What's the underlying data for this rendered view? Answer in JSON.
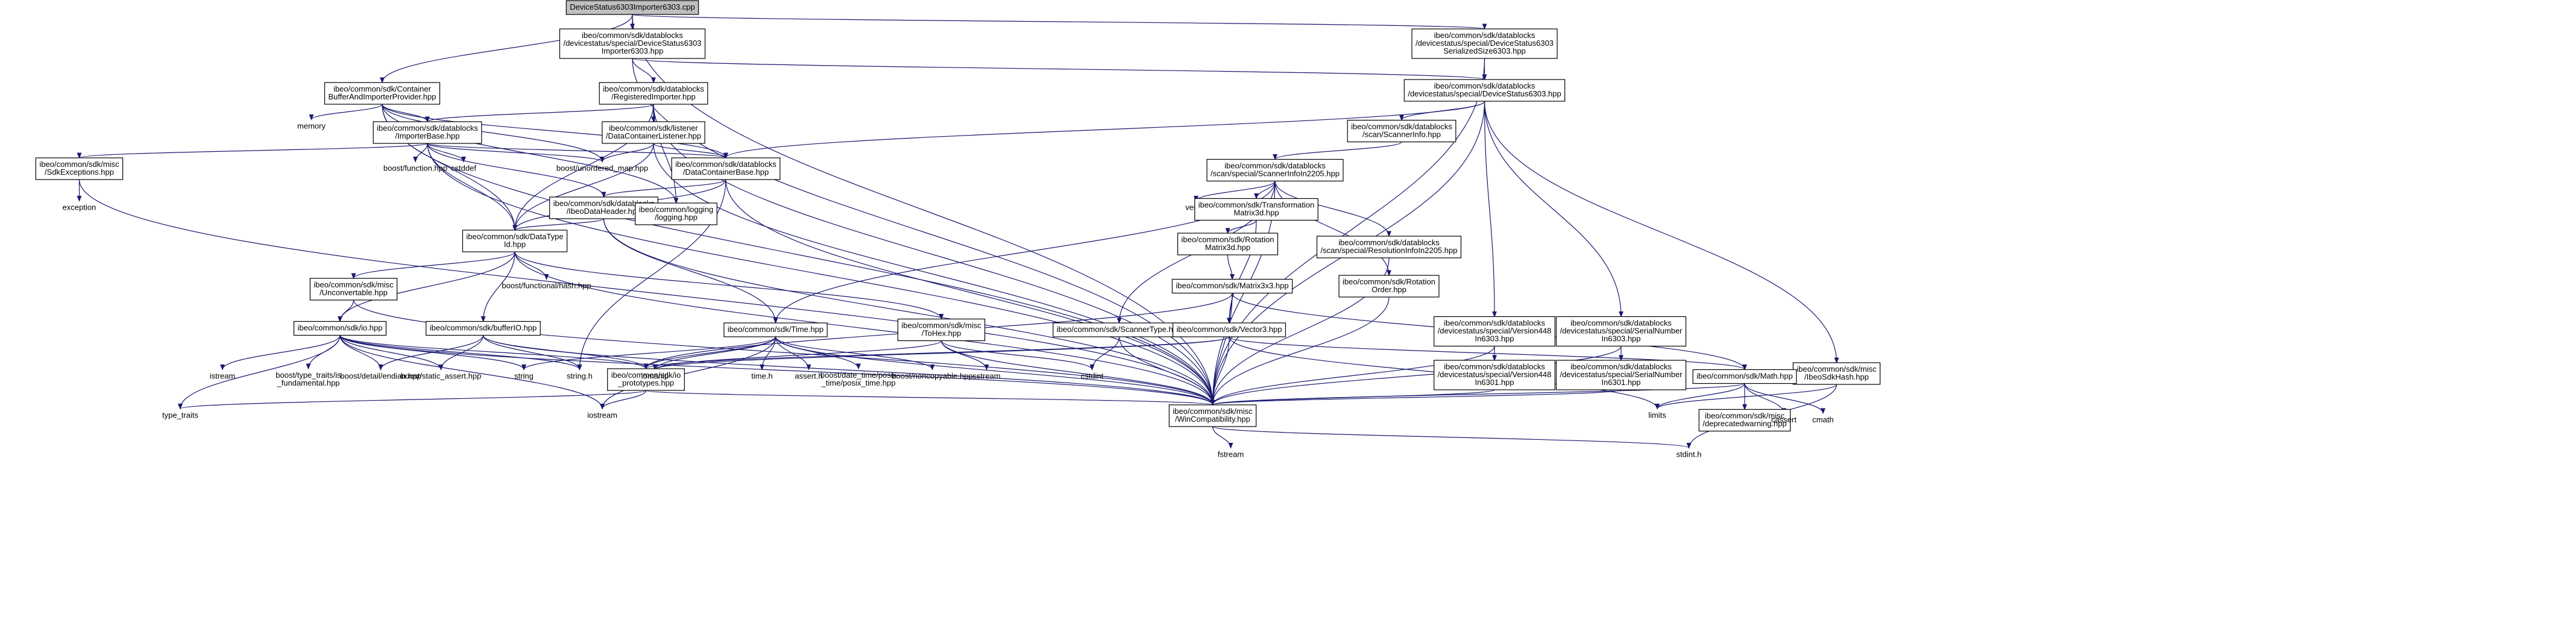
{
  "colors": {
    "edge": "#191970",
    "root_fill": "#bfbfbf",
    "node_border": "#000000",
    "background": "#ffffff"
  },
  "nodes": {
    "root": {
      "lines": [
        "DeviceStatus6303Importer6303.cpp"
      ],
      "boxed": true,
      "root": true
    },
    "imp6303": {
      "lines": [
        "ibeo/common/sdk/datablocks",
        "/devicestatus/special/DeviceStatus6303",
        "Importer6303.hpp"
      ],
      "boxed": true
    },
    "ser6303": {
      "lines": [
        "ibeo/common/sdk/datablocks",
        "/devicestatus/special/DeviceStatus6303",
        "SerializedSize6303.hpp"
      ],
      "boxed": true
    },
    "bufImp": {
      "lines": [
        "ibeo/common/sdk/Container",
        "BufferAndImporterProvider.hpp"
      ],
      "boxed": true
    },
    "regImp": {
      "lines": [
        "ibeo/common/sdk/datablocks",
        "/RegisteredImporter.hpp"
      ],
      "boxed": true
    },
    "ds6303": {
      "lines": [
        "ibeo/common/sdk/datablocks",
        "/devicestatus/special/DeviceStatus6303.hpp"
      ],
      "boxed": true
    },
    "memory": {
      "lines": [
        "memory"
      ],
      "boxed": false
    },
    "impBase": {
      "lines": [
        "ibeo/common/sdk/datablocks",
        "/ImporterBase.hpp"
      ],
      "boxed": true
    },
    "dcListener": {
      "lines": [
        "ibeo/common/sdk/listener",
        "/DataContainerListener.hpp"
      ],
      "boxed": true
    },
    "scanInfo": {
      "lines": [
        "ibeo/common/sdk/datablocks",
        "/scan/ScannerInfo.hpp"
      ],
      "boxed": true
    },
    "sdkExc": {
      "lines": [
        "ibeo/common/sdk/misc",
        "/SdkExceptions.hpp"
      ],
      "boxed": true
    },
    "bfunc": {
      "lines": [
        "boost/function.hpp"
      ],
      "boxed": false
    },
    "cstddef": {
      "lines": [
        "cstddef"
      ],
      "boxed": false
    },
    "umap": {
      "lines": [
        "boost/unordered_map.hpp"
      ],
      "boxed": false
    },
    "dcBase": {
      "lines": [
        "ibeo/common/sdk/datablocks",
        "/DataContainerBase.hpp"
      ],
      "boxed": true
    },
    "scanInfo2205": {
      "lines": [
        "ibeo/common/sdk/datablocks",
        "/scan/special/ScannerInfoIn2205.hpp"
      ],
      "boxed": true
    },
    "exception": {
      "lines": [
        "exception"
      ],
      "boxed": false
    },
    "ibeoHdr": {
      "lines": [
        "ibeo/common/sdk/datablocks",
        "/IbeoDataHeader.hpp"
      ],
      "boxed": true
    },
    "vector": {
      "lines": [
        "vector"
      ],
      "boxed": false
    },
    "transM": {
      "lines": [
        "ibeo/common/sdk/Transformation",
        "Matrix3d.hpp"
      ],
      "boxed": true
    },
    "logging": {
      "lines": [
        "ibeo/common/logging",
        "/logging.hpp"
      ],
      "boxed": true
    },
    "dtId": {
      "lines": [
        "ibeo/common/sdk/DataType",
        "Id.hpp"
      ],
      "boxed": true
    },
    "rotM": {
      "lines": [
        "ibeo/common/sdk/Rotation",
        "Matrix3d.hpp"
      ],
      "boxed": true
    },
    "res2205": {
      "lines": [
        "ibeo/common/sdk/datablocks",
        "/scan/special/ResolutionInfoIn2205.hpp"
      ],
      "boxed": true
    },
    "bhash": {
      "lines": [
        "boost/functional/hash.hpp"
      ],
      "boxed": false
    },
    "uncvt": {
      "lines": [
        "ibeo/common/sdk/misc",
        "/Unconvertable.hpp"
      ],
      "boxed": true
    },
    "mat3x3": {
      "lines": [
        "ibeo/common/sdk/Matrix3x3.hpp"
      ],
      "boxed": true
    },
    "rotOrder": {
      "lines": [
        "ibeo/common/sdk/Rotation",
        "Order.hpp"
      ],
      "boxed": true
    },
    "ioHpp": {
      "lines": [
        "ibeo/common/sdk/io.hpp"
      ],
      "boxed": true
    },
    "bufIO": {
      "lines": [
        "ibeo/common/sdk/bufferIO.hpp"
      ],
      "boxed": true
    },
    "timeHpp": {
      "lines": [
        "ibeo/common/sdk/Time.hpp"
      ],
      "boxed": true
    },
    "tohex": {
      "lines": [
        "ibeo/common/sdk/misc",
        "/ToHex.hpp"
      ],
      "boxed": true
    },
    "scanType": {
      "lines": [
        "ibeo/common/sdk/ScannerType.hpp"
      ],
      "boxed": true
    },
    "vec3": {
      "lines": [
        "ibeo/common/sdk/Vector3.hpp"
      ],
      "boxed": true
    },
    "ver448": {
      "lines": [
        "ibeo/common/sdk/datablocks",
        "/devicestatus/special/Version448",
        "In6303.hpp"
      ],
      "boxed": true
    },
    "serNum": {
      "lines": [
        "ibeo/common/sdk/datablocks",
        "/devicestatus/special/SerialNumber",
        "In6303.hpp"
      ],
      "boxed": true
    },
    "hashHpp": {
      "lines": [
        "ibeo/common/sdk/misc",
        "/IbeoSdkHash.hpp"
      ],
      "boxed": true
    },
    "istream": {
      "lines": [
        "istream"
      ],
      "boxed": false
    },
    "typeTraitsFund": {
      "lines": [
        "boost/type_traits/is",
        "_fundamental.hpp"
      ],
      "boxed": false
    },
    "bEndian": {
      "lines": [
        "boost/detail/endian.hpp"
      ],
      "boxed": false
    },
    "bStatic": {
      "lines": [
        "boost/static_assert.hpp"
      ],
      "boxed": false
    },
    "string": {
      "lines": [
        "string"
      ],
      "boxed": false
    },
    "stringH": {
      "lines": [
        "string.h"
      ],
      "boxed": false
    },
    "ioProto": {
      "lines": [
        "ibeo/common/sdk/io",
        "_prototypes.hpp"
      ],
      "boxed": true
    },
    "iomanip": {
      "lines": [
        "iomanip"
      ],
      "boxed": false
    },
    "timeH": {
      "lines": [
        "time.h"
      ],
      "boxed": false
    },
    "assertH": {
      "lines": [
        "assert.h"
      ],
      "boxed": false
    },
    "posixTime": {
      "lines": [
        "boost/date_time/posix",
        "_time/posix_time.hpp"
      ],
      "boxed": false
    },
    "noncopy": {
      "lines": [
        "boost/noncopyable.hpp"
      ],
      "boxed": false
    },
    "sstream": {
      "lines": [
        "sstream"
      ],
      "boxed": false
    },
    "cstdint": {
      "lines": [
        "cstdint"
      ],
      "boxed": false
    },
    "ver4486301": {
      "lines": [
        "ibeo/common/sdk/datablocks",
        "/devicestatus/special/Version448",
        "In6301.hpp"
      ],
      "boxed": true
    },
    "serNum6301": {
      "lines": [
        "ibeo/common/sdk/datablocks",
        "/devicestatus/special/SerialNumber",
        "In6301.hpp"
      ],
      "boxed": true
    },
    "mathHpp": {
      "lines": [
        "ibeo/common/sdk/Math.hpp"
      ],
      "boxed": true
    },
    "limits": {
      "lines": [
        "limits"
      ],
      "boxed": false
    },
    "typeTraits": {
      "lines": [
        "type_traits"
      ],
      "boxed": false
    },
    "iostream": {
      "lines": [
        "iostream"
      ],
      "boxed": false
    },
    "winCompat": {
      "lines": [
        "ibeo/common/sdk/misc",
        "/WinCompatibility.hpp"
      ],
      "boxed": true
    },
    "deprec": {
      "lines": [
        "ibeo/common/sdk/misc",
        "/deprecatedwarning.hpp"
      ],
      "boxed": true
    },
    "cassert": {
      "lines": [
        "cassert"
      ],
      "boxed": false
    },
    "cmath": {
      "lines": [
        "cmath"
      ],
      "boxed": false
    },
    "fstream": {
      "lines": [
        "fstream"
      ],
      "boxed": false
    },
    "stdintH": {
      "lines": [
        "stdint.h"
      ],
      "boxed": false
    }
  },
  "edges": [
    [
      "root",
      "imp6303"
    ],
    [
      "root",
      "ser6303"
    ],
    [
      "root",
      "bufImp"
    ],
    [
      "root",
      "winCompat"
    ],
    [
      "imp6303",
      "regImp"
    ],
    [
      "imp6303",
      "ds6303"
    ],
    [
      "imp6303",
      "winCompat"
    ],
    [
      "ser6303",
      "ds6303"
    ],
    [
      "ser6303",
      "winCompat"
    ],
    [
      "bufImp",
      "memory"
    ],
    [
      "bufImp",
      "impBase"
    ],
    [
      "bufImp",
      "umap"
    ],
    [
      "bufImp",
      "dcBase"
    ],
    [
      "bufImp",
      "dtId"
    ],
    [
      "bufImp",
      "logging"
    ],
    [
      "bufImp",
      "winCompat"
    ],
    [
      "regImp",
      "impBase"
    ],
    [
      "regImp",
      "dcListener"
    ],
    [
      "regImp",
      "dtId"
    ],
    [
      "regImp",
      "logging"
    ],
    [
      "regImp",
      "winCompat"
    ],
    [
      "ds6303",
      "dcBase"
    ],
    [
      "ds6303",
      "scanInfo"
    ],
    [
      "ds6303",
      "ver448"
    ],
    [
      "ds6303",
      "serNum"
    ],
    [
      "ds6303",
      "hashHpp"
    ],
    [
      "ds6303",
      "winCompat"
    ],
    [
      "impBase",
      "sdkExc"
    ],
    [
      "impBase",
      "bfunc"
    ],
    [
      "impBase",
      "cstddef"
    ],
    [
      "impBase",
      "umap"
    ],
    [
      "impBase",
      "dcBase"
    ],
    [
      "impBase",
      "ibeoHdr"
    ],
    [
      "impBase",
      "dtId"
    ],
    [
      "impBase",
      "winCompat"
    ],
    [
      "dcListener",
      "umap"
    ],
    [
      "dcListener",
      "dcBase"
    ],
    [
      "dcListener",
      "dtId"
    ],
    [
      "dcListener",
      "winCompat"
    ],
    [
      "scanInfo",
      "scanInfo2205"
    ],
    [
      "sdkExc",
      "exception"
    ],
    [
      "sdkExc",
      "winCompat"
    ],
    [
      "dcBase",
      "ibeoHdr"
    ],
    [
      "dcBase",
      "dtId"
    ],
    [
      "dcBase",
      "stringH"
    ],
    [
      "dcBase",
      "winCompat"
    ],
    [
      "scanInfo2205",
      "vector"
    ],
    [
      "scanInfo2205",
      "transM"
    ],
    [
      "scanInfo2205",
      "res2205"
    ],
    [
      "scanInfo2205",
      "rotOrder"
    ],
    [
      "scanInfo2205",
      "scanType"
    ],
    [
      "scanInfo2205",
      "timeHpp"
    ],
    [
      "scanInfo2205",
      "winCompat"
    ],
    [
      "ibeoHdr",
      "dtId"
    ],
    [
      "ibeoHdr",
      "logging"
    ],
    [
      "ibeoHdr",
      "timeHpp"
    ],
    [
      "ibeoHdr",
      "winCompat"
    ],
    [
      "transM",
      "rotM"
    ],
    [
      "transM",
      "vec3"
    ],
    [
      "dtId",
      "bhash"
    ],
    [
      "dtId",
      "uncvt"
    ],
    [
      "dtId",
      "ioHpp"
    ],
    [
      "dtId",
      "bufIO"
    ],
    [
      "dtId",
      "tohex"
    ],
    [
      "dtId",
      "winCompat"
    ],
    [
      "rotM",
      "mat3x3"
    ],
    [
      "res2205",
      "winCompat"
    ],
    [
      "uncvt",
      "ioHpp"
    ],
    [
      "uncvt",
      "winCompat"
    ],
    [
      "mat3x3",
      "vec3"
    ],
    [
      "mat3x3",
      "mathHpp"
    ],
    [
      "mat3x3",
      "ioProto"
    ],
    [
      "mat3x3",
      "winCompat"
    ],
    [
      "rotOrder",
      "winCompat"
    ],
    [
      "ioHpp",
      "istream"
    ],
    [
      "ioHpp",
      "typeTraitsFund"
    ],
    [
      "ioHpp",
      "bEndian"
    ],
    [
      "ioHpp",
      "bStatic"
    ],
    [
      "ioHpp",
      "string"
    ],
    [
      "ioHpp",
      "stringH"
    ],
    [
      "ioHpp",
      "ioProto"
    ],
    [
      "ioHpp",
      "typeTraits"
    ],
    [
      "ioHpp",
      "iostream"
    ],
    [
      "ioHpp",
      "winCompat"
    ],
    [
      "bufIO",
      "bEndian"
    ],
    [
      "bufIO",
      "bStatic"
    ],
    [
      "bufIO",
      "stringH"
    ],
    [
      "bufIO",
      "ioProto"
    ],
    [
      "bufIO",
      "winCompat"
    ],
    [
      "timeHpp",
      "ioProto"
    ],
    [
      "timeHpp",
      "iomanip"
    ],
    [
      "timeHpp",
      "timeH"
    ],
    [
      "timeHpp",
      "assertH"
    ],
    [
      "timeHpp",
      "posixTime"
    ],
    [
      "timeHpp",
      "noncopy"
    ],
    [
      "timeHpp",
      "string"
    ],
    [
      "timeHpp",
      "iostream"
    ],
    [
      "timeHpp",
      "winCompat"
    ],
    [
      "tohex",
      "iomanip"
    ],
    [
      "tohex",
      "sstream"
    ],
    [
      "tohex",
      "cstdint"
    ],
    [
      "tohex",
      "winCompat"
    ],
    [
      "scanType",
      "cstdint"
    ],
    [
      "scanType",
      "winCompat"
    ],
    [
      "vec3",
      "mathHpp"
    ],
    [
      "vec3",
      "ioProto"
    ],
    [
      "vec3",
      "iomanip"
    ],
    [
      "vec3",
      "limits"
    ],
    [
      "vec3",
      "winCompat"
    ],
    [
      "ver448",
      "ver4486301"
    ],
    [
      "ver448",
      "winCompat"
    ],
    [
      "serNum",
      "serNum6301"
    ],
    [
      "serNum",
      "winCompat"
    ],
    [
      "hashHpp",
      "limits"
    ],
    [
      "hashHpp",
      "stdintH"
    ],
    [
      "ioProto",
      "typeTraits"
    ],
    [
      "ioProto",
      "iostream"
    ],
    [
      "ioProto",
      "winCompat"
    ],
    [
      "ver4486301",
      "winCompat"
    ],
    [
      "serNum6301",
      "winCompat"
    ],
    [
      "mathHpp",
      "deprec"
    ],
    [
      "mathHpp",
      "cassert"
    ],
    [
      "mathHpp",
      "cmath"
    ],
    [
      "mathHpp",
      "limits"
    ],
    [
      "mathHpp",
      "winCompat"
    ],
    [
      "winCompat",
      "fstream"
    ],
    [
      "winCompat",
      "stdintH"
    ]
  ]
}
